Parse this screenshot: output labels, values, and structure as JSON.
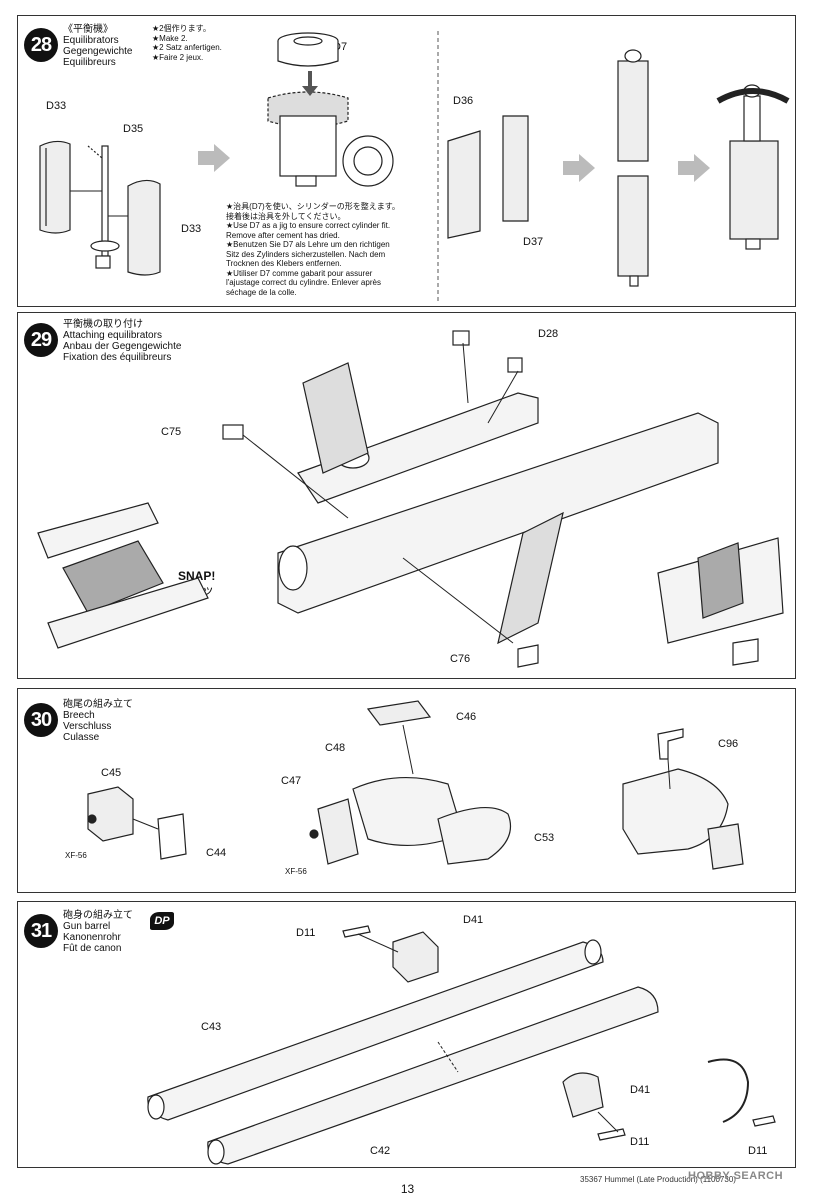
{
  "steps": [
    {
      "number": "28",
      "titles": [
        "《平衡機》",
        "Equilibrators",
        "Gegengewichte",
        "Equilibreurs"
      ],
      "repeat_notes": [
        "★2個作ります。",
        "★Make 2.",
        "★2 Satz anfertigen.",
        "★Faire 2 jeux."
      ],
      "jig_notes": [
        "★治具(D7)を使い、シリンダーの形を整えます。",
        "接着後は治具を外してください。",
        "★Use D7 as a jig to ensure correct cylinder fit.",
        "Remove after cement has dried.",
        "★Benutzen Sie D7 als Lehre um den richtigen",
        "Sitz des Zylinders sicherzustellen. Nach dem",
        "Trocknen des Klebers entfernen.",
        "★Utiliser D7 comme gabarit pour assurer",
        "l'ajustage correct du cylindre. Enlever après",
        "séchage de la colle."
      ],
      "parts": [
        "D33",
        "D35",
        "D33",
        "D7",
        "D36",
        "D37"
      ]
    },
    {
      "number": "29",
      "titles": [
        "平衡機の取り付け",
        "Attaching equilibrators",
        "Anbau der Gegengewichte",
        "Fixation des équilibreurs"
      ],
      "parts": [
        "D28",
        "C75",
        "C76"
      ],
      "snap_text": [
        "SNAP!",
        "パチッ"
      ]
    },
    {
      "number": "30",
      "titles": [
        "砲尾の組み立て",
        "Breech",
        "Verschluss",
        "Culasse"
      ],
      "parts": [
        "C45",
        "C44",
        "C46",
        "C48",
        "C47",
        "C53",
        "C96"
      ],
      "paint": [
        "XF-56",
        "XF-56"
      ]
    },
    {
      "number": "31",
      "titles": [
        "砲身の組み立て",
        "Gun barrel",
        "Kanonenrohr",
        "Fût de canon"
      ],
      "badge": "DP",
      "parts": [
        "D11",
        "D41",
        "C43",
        "C42",
        "D41",
        "D11",
        "D11"
      ]
    }
  ],
  "page_number": "13",
  "footer": "35367  Hummel (Late Production) (1100730)",
  "watermark": "HOBBY SEARCH"
}
